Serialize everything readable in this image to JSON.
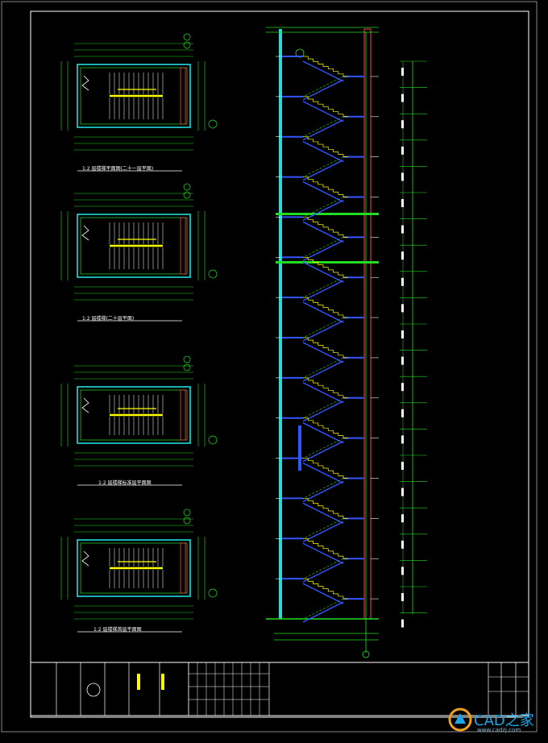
{
  "plans": [
    {
      "title": "1:2 层楼梯平面图(二十一层平面)"
    },
    {
      "title": "1:2 层楼梯(二十层平面)"
    },
    {
      "title": "1:2 层楼梯标准层平面图"
    },
    {
      "title": "1:2 层楼梯首层平面图"
    }
  ],
  "watermark": {
    "brand": "CAD之家",
    "url": "www.cadzj.com"
  },
  "colors": {
    "background": "#000000",
    "frame": "#ffffff",
    "dimension": "#22dd22",
    "wall": "#22dddd",
    "stair": "#3355ff",
    "highlight": "#ffff00",
    "annotation": "#ff4444"
  }
}
